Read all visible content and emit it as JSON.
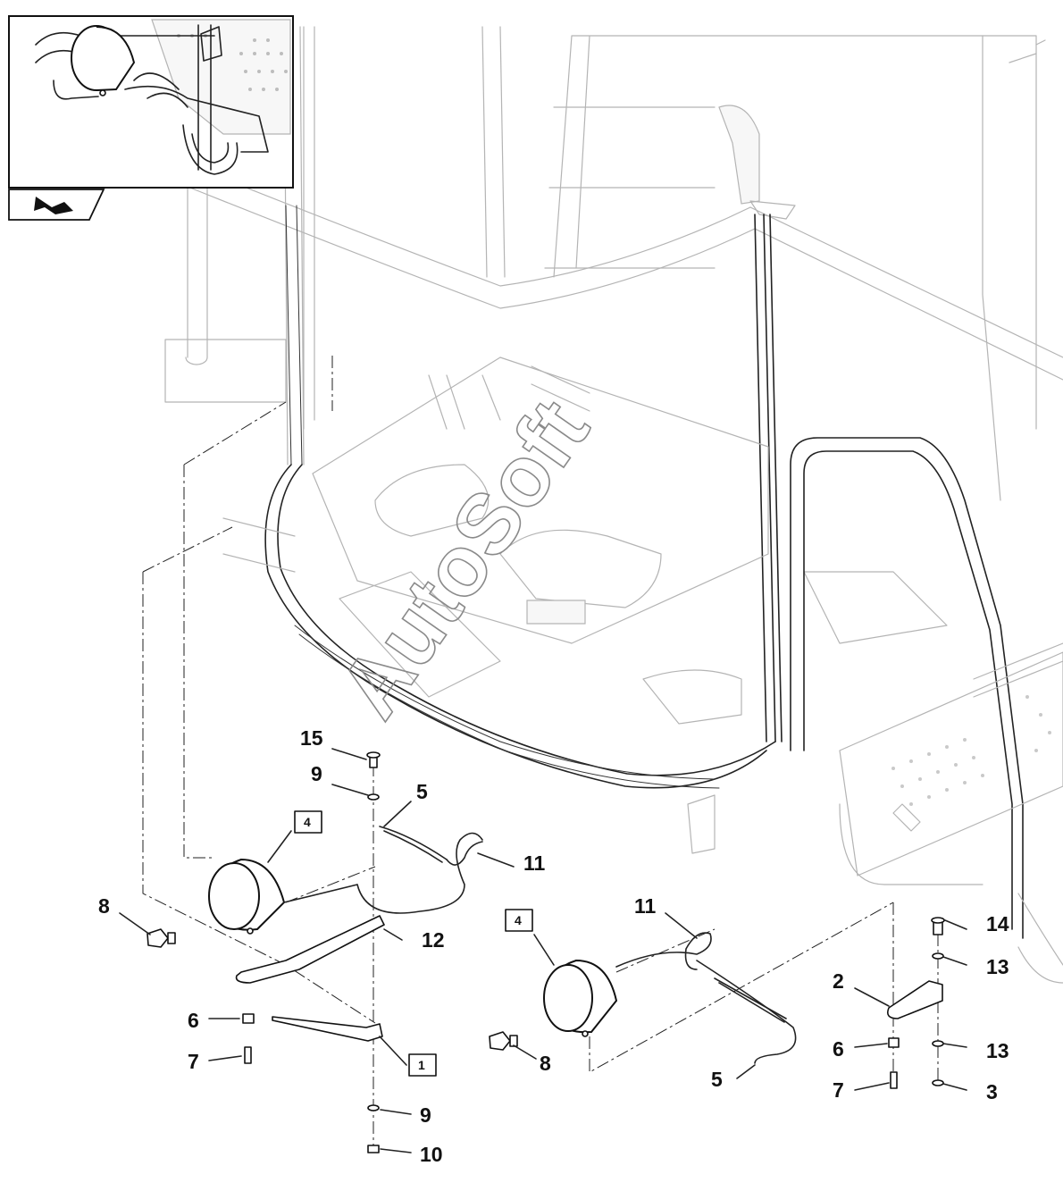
{
  "watermark": "AutoSoft",
  "callouts": {
    "c15": "15",
    "c9a": "9",
    "c5a": "5",
    "c4a": "4",
    "c11a": "11",
    "c8a": "8",
    "c12": "12",
    "c6a": "6",
    "c7a": "7",
    "c1": "1",
    "c9b": "9",
    "c10": "10",
    "c11b": "11",
    "c4b": "4",
    "c8b": "8",
    "c5b": "5",
    "c14": "14",
    "c13a": "13",
    "c2": "2",
    "c6b": "6",
    "c13b": "13",
    "c7b": "7",
    "c3": "3"
  },
  "icons": {
    "inset": "lamp-detail-inset",
    "nav": "arrow-back-icon"
  }
}
